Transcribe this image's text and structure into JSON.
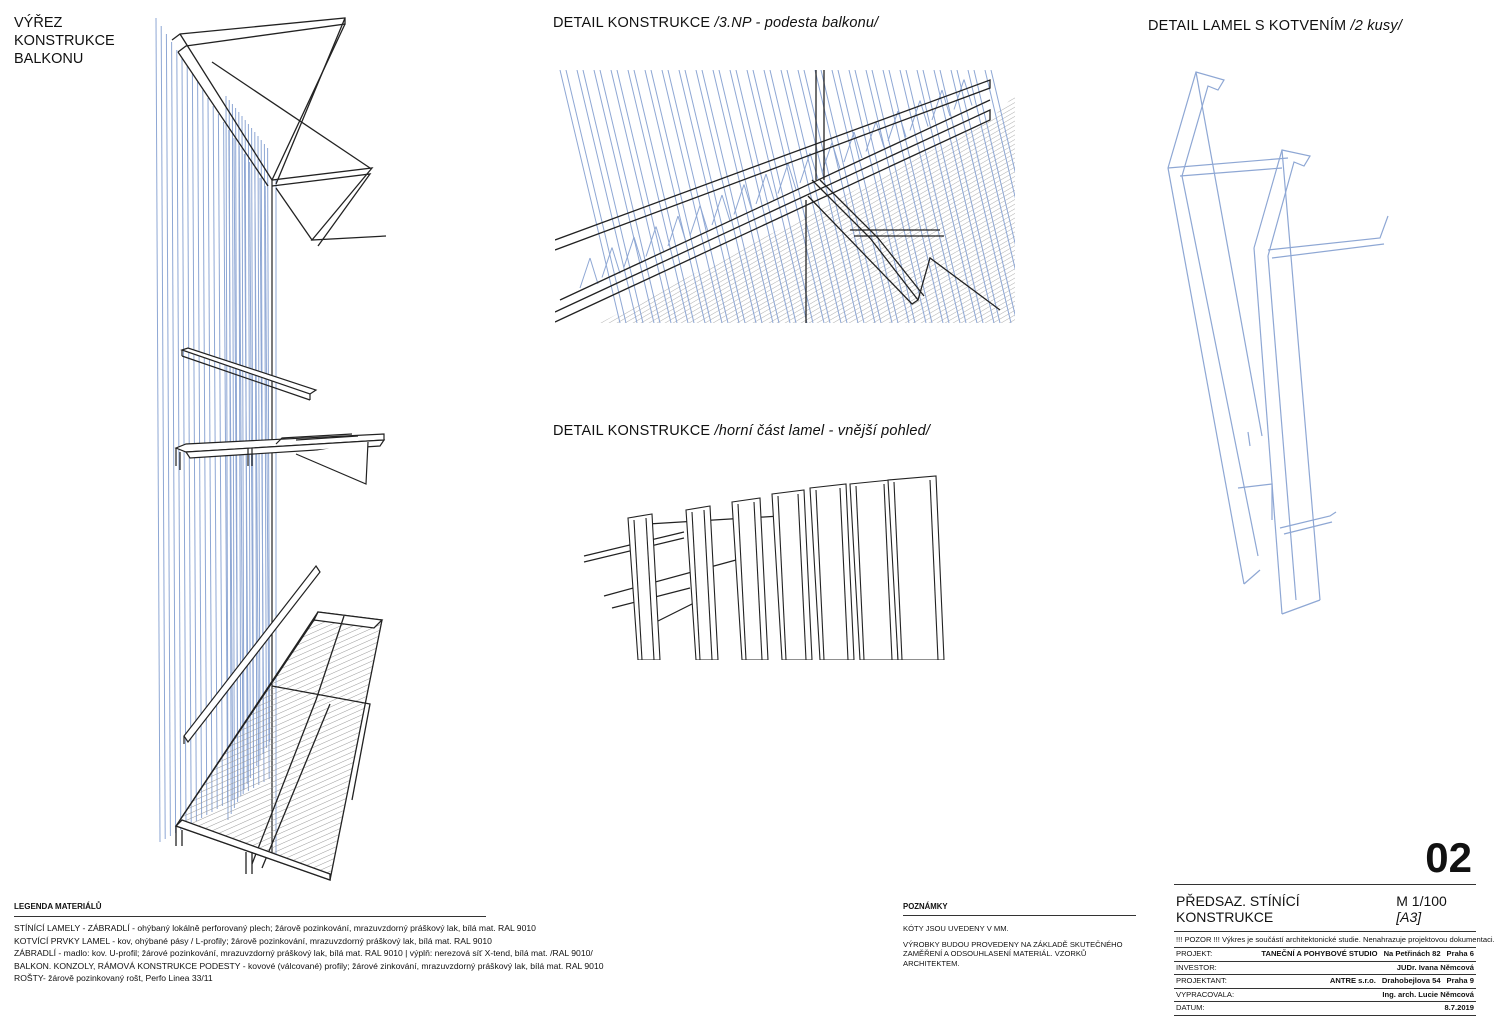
{
  "balcony_view": {
    "title_lines": [
      "VÝŘEZ",
      "KONSTRUKCE",
      "BALKONU"
    ]
  },
  "detail_top": {
    "title": "DETAIL KONSTRUKCE",
    "subtitle": "/3.NP - podesta balkonu/"
  },
  "detail_middle": {
    "title": "DETAIL KONSTRUKCE",
    "subtitle": "/horní část lamel - vnější pohled/"
  },
  "detail_right": {
    "title": "DETAIL LAMEL S KOTVENÍM",
    "subtitle": "/2 kusy/"
  },
  "legend": {
    "heading": "LEGENDA MATERIÁLŮ",
    "rows": [
      "STÍNÍCÍ LAMELY - ZÁBRADLÍ - ohýbaný lokálně perforovaný plech; žárově pozinkování, mrazuvzdorný práškový lak, bílá mat. RAL 9010",
      "KOTVÍCÍ PRVKY LAMEL - kov, ohýbané pásy / L-profily; žárově pozinkování, mrazuvzdorný práškový lak, bílá mat. RAL 9010",
      "ZÁBRADLÍ - madlo: kov. U-profil; žárové pozinkování, mrazuvzdorný práškový lak, bílá mat. RAL 9010 | výplň: nerezová síť X-tend, bílá mat. /RAL 9010/",
      "BALKON. KONZOLY, RÁMOVÁ KONSTRUKCE PODESTY - kovové (válcované) profily; žárové zinkování, mrazuvzdorný práškový lak, bílá mat. RAL 9010",
      "ROŠTY- žárově pozinkovaný rošt, Perfo Linea 33/11"
    ]
  },
  "notes": {
    "heading": "POZNÁMKY",
    "rows": [
      "KÓTY JSOU UVEDENY V MM.",
      "VÝROBKY BUDOU PROVEDENY NA ZÁKLADĚ SKUTEČNÉHO ZAMĚŘENÍ A ODSOUHLASENÍ MATERIÁL. VZORKŮ ARCHITEKTEM."
    ]
  },
  "title_block": {
    "sheet_number": "02",
    "drawing_title": "PŘEDSAZ. STÍNÍCÍ KONSTRUKCE",
    "scale": "M 1/100",
    "format": "[A3]",
    "warning": "!!! POZOR !!!  Výkres je součástí architektonické studie. Nenahrazuje projektovou dokumentaci.",
    "rows": [
      {
        "label": "PROJEKT:",
        "values": [
          "TANEČNÍ A POHYBOVÉ STUDIO",
          "Na Petřinách 82",
          "Praha 6"
        ]
      },
      {
        "label": "INVESTOR:",
        "values": [
          "JUDr. Ivana Němcová"
        ]
      },
      {
        "label": "PROJEKTANT:",
        "values": [
          "ANTRE s.r.o.",
          "Drahobejlova 54",
          "Praha 9"
        ]
      },
      {
        "label": "VYPRACOVALA:",
        "values": [
          "Ing. arch. Lucie Němcová"
        ]
      },
      {
        "label": "DATUM:",
        "values": [
          "8.7.2019"
        ]
      }
    ]
  },
  "colors": {
    "lamella_line": "#8ea7d4",
    "structure_line": "#222222",
    "grating_line": "#9a9a9a"
  }
}
